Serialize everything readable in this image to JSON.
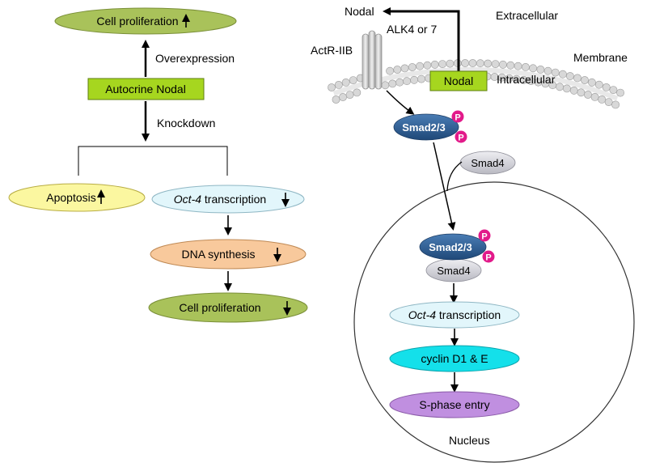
{
  "colors": {
    "green_fill": "#a9c25a",
    "green_box": "#a6d61f",
    "yellow_fill": "#fbf7a0",
    "cyan_light": "#e2f6fb",
    "orange_fill": "#f8c99c",
    "cyan_fill": "#14e0ea",
    "purple_fill": "#c08fe0",
    "smad23_fill": "#2d5c92",
    "smad4_fill": "#cfcfd6",
    "phospho": "#e21a8a",
    "membrane": "#d8d8d8"
  },
  "left": {
    "cell_prolif_top": "Cell proliferation",
    "overexpression": "Overexpression",
    "autocrine_nodal": "Autocrine Nodal",
    "knockdown": "Knockdown",
    "apoptosis": "Apoptosis",
    "oct4_italic": "Oct-4",
    "oct4_rest": " transcription",
    "dna_synthesis": "DNA synthesis",
    "cell_prolif_bottom": "Cell proliferation"
  },
  "right": {
    "nodal_ext": "Nodal",
    "extracellular": "Extracellular",
    "alk": "ALK4 or 7",
    "actr": "ActR-IIB",
    "membrane": "Membrane",
    "nodal_box": "Nodal",
    "intracellular": "Intracellular",
    "smad23": "Smad2/3",
    "p": "P",
    "smad4": "Smad4",
    "smad23_nuc": "Smad2/3",
    "smad4_nuc": "Smad4",
    "oct4_italic": "Oct-4",
    "oct4_rest": " transcription",
    "cyclin": "cyclin D1 & E",
    "sphase": "S-phase entry",
    "nucleus": "Nucleus"
  }
}
